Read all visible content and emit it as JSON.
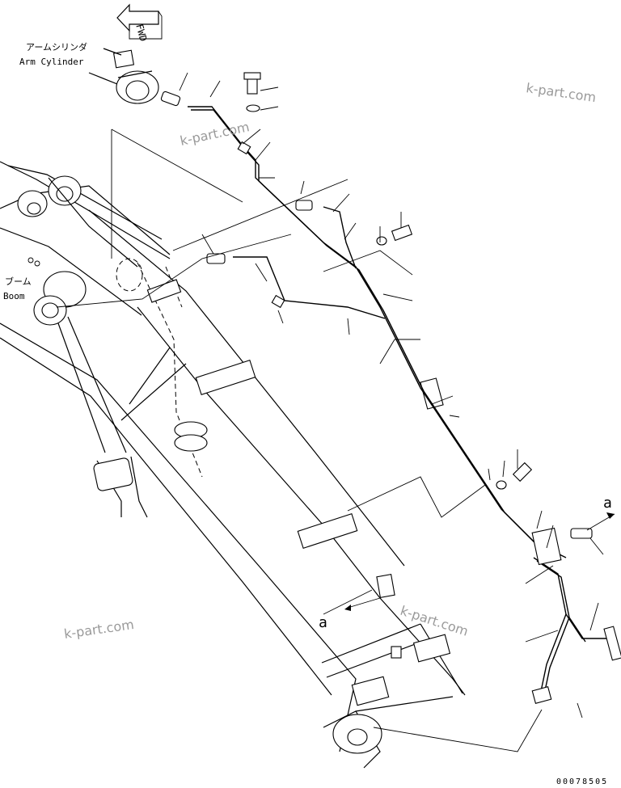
{
  "labels": {
    "fwd": "FWD",
    "arm_jp": "アームシリンダ",
    "arm_en": "Arm Cylinder",
    "boom_jp": "ブーム",
    "boom_en": "Boom",
    "view_a_top": "a",
    "view_a_bottom": "a"
  },
  "watermarks": [
    "k-part.com",
    "k-part.com",
    "k-part.com",
    "k-part.com"
  ],
  "drawing_number": "00078505",
  "icons": [
    "fwd-arrow-icon",
    "view-arrow-icon"
  ],
  "colors": {
    "line": "#000000",
    "watermark": "#9a9a9a",
    "background": "#ffffff"
  }
}
